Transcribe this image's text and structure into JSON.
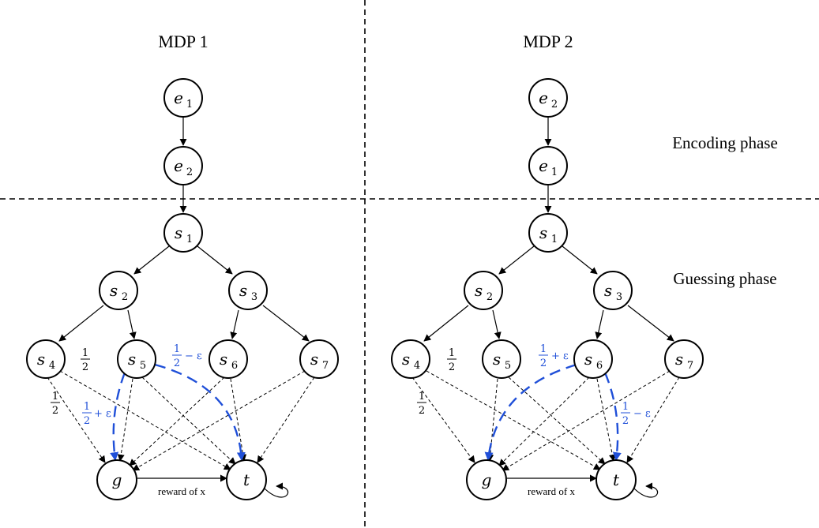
{
  "titles": {
    "mdp1": "MDP 1",
    "mdp2": "MDP 2"
  },
  "phases": {
    "encoding": "Encoding phase",
    "guessing": "Guessing phase"
  },
  "nodes": {
    "mdp1": {
      "e_top": {
        "base": "e",
        "sub": "1"
      },
      "e_bottom": {
        "base": "e",
        "sub": "2"
      },
      "s1": {
        "base": "s",
        "sub": "1"
      },
      "s2": {
        "base": "s",
        "sub": "2"
      },
      "s3": {
        "base": "s",
        "sub": "3"
      },
      "s4": {
        "base": "s",
        "sub": "4"
      },
      "s5": {
        "base": "s",
        "sub": "5"
      },
      "s6": {
        "base": "s",
        "sub": "6"
      },
      "s7": {
        "base": "s",
        "sub": "7"
      },
      "g": {
        "base": "g",
        "sub": ""
      },
      "t": {
        "base": "t",
        "sub": ""
      }
    },
    "mdp2": {
      "e_top": {
        "base": "e",
        "sub": "2"
      },
      "e_bottom": {
        "base": "e",
        "sub": "1"
      },
      "s1": {
        "base": "s",
        "sub": "1"
      },
      "s2": {
        "base": "s",
        "sub": "2"
      },
      "s3": {
        "base": "s",
        "sub": "3"
      },
      "s4": {
        "base": "s",
        "sub": "4"
      },
      "s5": {
        "base": "s",
        "sub": "5"
      },
      "s6": {
        "base": "s",
        "sub": "6"
      },
      "s7": {
        "base": "s",
        "sub": "7"
      },
      "g": {
        "base": "g",
        "sub": ""
      },
      "t": {
        "base": "t",
        "sub": ""
      }
    }
  },
  "edge_labels": {
    "reward": "reward of x",
    "half": {
      "num": "1",
      "den": "2"
    },
    "plus_eps": {
      "num": "1",
      "den": "2",
      "op": "+ ε"
    },
    "minus_eps": {
      "num": "1",
      "den": "2",
      "op": "− ε"
    }
  },
  "colors": {
    "highlight": "#1f4fd8",
    "line": "#000000"
  }
}
